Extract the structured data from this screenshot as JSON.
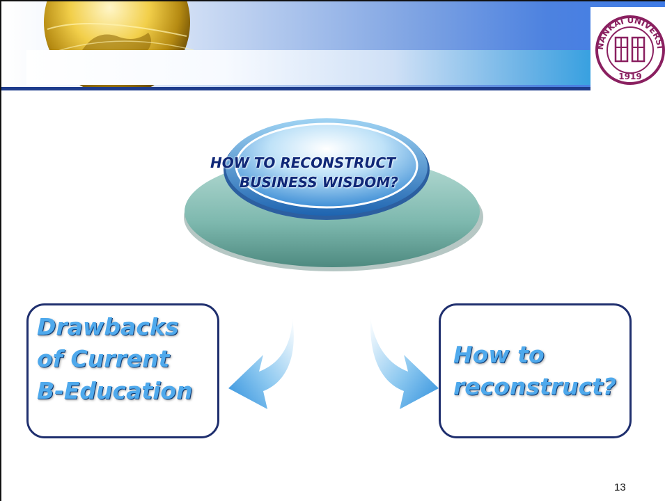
{
  "center": {
    "line1": "HOW TO RECONSTRUCT",
    "line2": "BUSINESS WISDOM?"
  },
  "left_box": {
    "line1": "Drawbacks",
    "line2": "of Current",
    "line3": "B-Education"
  },
  "right_box": {
    "line1": "How to",
    "line2": "reconstruct?"
  },
  "logo": {
    "text": "NANKAI UNIVERSITY",
    "year": "1919",
    "emblem": "南開"
  },
  "page_number": "13",
  "colors": {
    "header_blue": "#3f7be6",
    "header_line": "#1e3c8c",
    "box_border": "#1f2f6e",
    "box_text": "#4fa9ec",
    "center_text": "#0f2777",
    "logo_purple": "#8a2060"
  }
}
